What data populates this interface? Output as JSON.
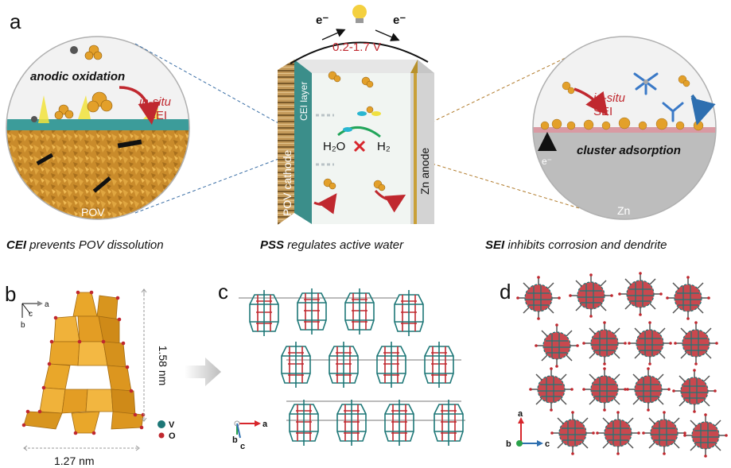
{
  "panels": {
    "a": "a",
    "b": "b",
    "c": "c",
    "d": "d"
  },
  "left_circle": {
    "title": "anodic oxidation",
    "in_situ": "in-situ",
    "cei": "CEI",
    "pov": "POV"
  },
  "battery": {
    "electron_left": "e⁻",
    "electron_right": "e⁻",
    "voltage": "0.2-1.7 V",
    "cathode": "POV cathode",
    "cei_layer": "CEI layer",
    "anode": "Zn anode",
    "h2o": "H₂O",
    "h2": "H₂"
  },
  "right_circle": {
    "in_situ": "in-situ",
    "sei": "SEI",
    "title": "cluster adsorption",
    "electron": "e⁻",
    "zn": "Zn"
  },
  "captions": {
    "cei_strong": "CEI",
    "cei_rest": " prevents POV dissolution",
    "pss_strong": "PSS",
    "pss_rest": " regulates active water",
    "sei_strong": "SEI",
    "sei_rest": " inhibits corrosion and dendrite"
  },
  "panel_b": {
    "height": "1.58 nm",
    "width": "1.27 nm",
    "axis_a": "a",
    "axis_b": "b",
    "axis_c": "c",
    "legend_v": "V",
    "legend_o": "O"
  },
  "panel_c": {
    "axis_a": "a",
    "axis_b": "b",
    "axis_c": "c"
  },
  "panel_d": {
    "axis_a": "a",
    "axis_b": "b",
    "axis_c": "c"
  },
  "colors": {
    "red": "#c0282f",
    "gold": "#e8a21f",
    "teal": "#2a8c87",
    "gray": "#cfcfcf",
    "bond_teal": "#1d7777"
  }
}
